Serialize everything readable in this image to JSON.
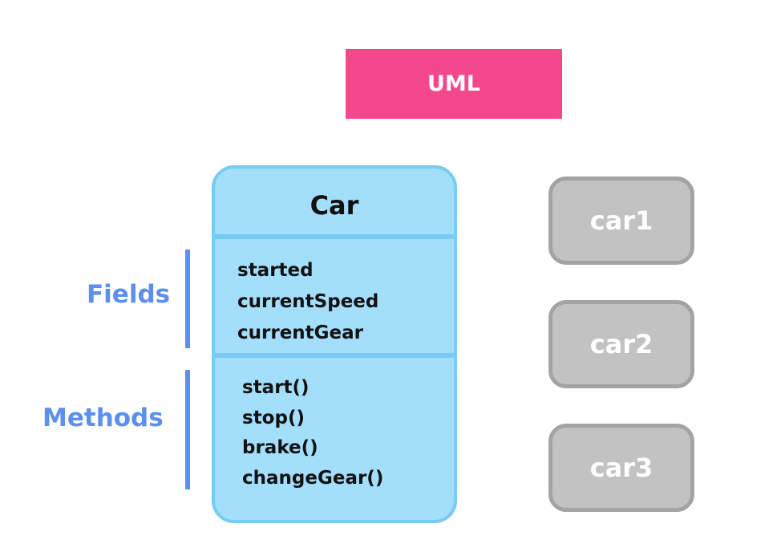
{
  "banner": {
    "label": "UML"
  },
  "class": {
    "name": "Car",
    "fields": [
      "started",
      "currentSpeed",
      "currentGear"
    ],
    "methods": [
      "start()",
      "stop()",
      "brake()",
      "changeGear()"
    ]
  },
  "annotations": {
    "fields_label": "Fields",
    "methods_label": "Methods"
  },
  "instances": [
    "car1",
    "car2",
    "car3"
  ],
  "colors": {
    "banner": "#f5478c",
    "class_fill": "#a3defa",
    "class_border": "#77cbf5",
    "annotation": "#5b8ff0",
    "instance_fill": "#c2c2c2",
    "instance_border": "#a3a3a3"
  }
}
